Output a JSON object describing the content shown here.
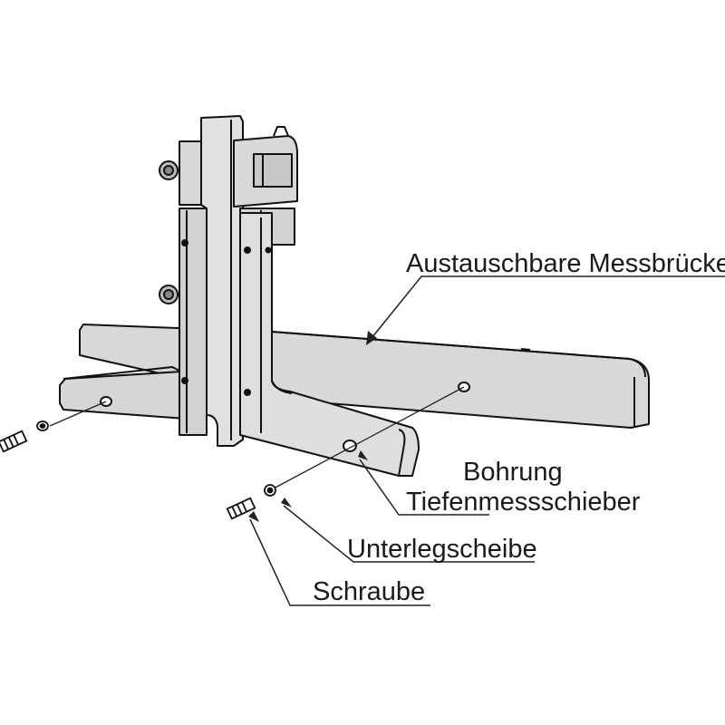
{
  "labels": {
    "bridge": "Austauschbare Messbrücke",
    "bore_line1": "Bohrung",
    "bore_line2": "Tiefenmessschieber",
    "washer": "Unterlegscheibe",
    "screw": "Schraube"
  },
  "colors": {
    "part_fill": "#dcdcdc",
    "part_fill_dark": "#c4c4c4",
    "outline": "#111111",
    "leader": "#222222"
  }
}
